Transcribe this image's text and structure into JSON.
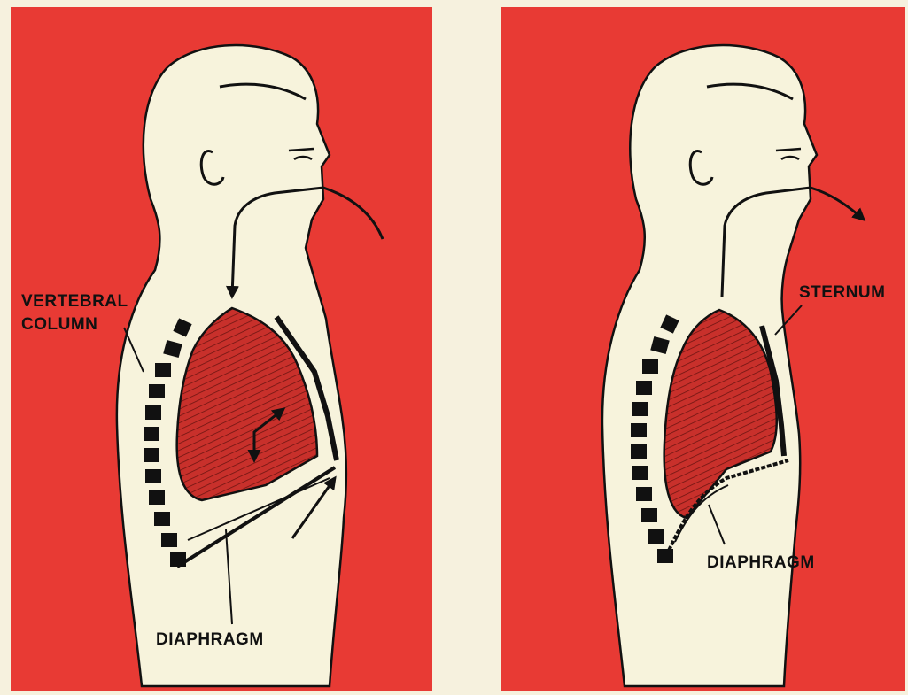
{
  "colors": {
    "background": "#f6f1de",
    "panel_red": "#e83a34",
    "body_fill": "#f7f3dc",
    "lung_fill": "#c8302b",
    "outline": "#111111"
  },
  "left_panel": {
    "labels": {
      "vertebral_line1": "VERTEBRAL",
      "vertebral_line2": "COLUMN",
      "diaphragm": "DIAPHRAGM"
    }
  },
  "right_panel": {
    "labels": {
      "sternum": "STERNUM",
      "diaphragm": "DIAPHRAGM"
    }
  }
}
